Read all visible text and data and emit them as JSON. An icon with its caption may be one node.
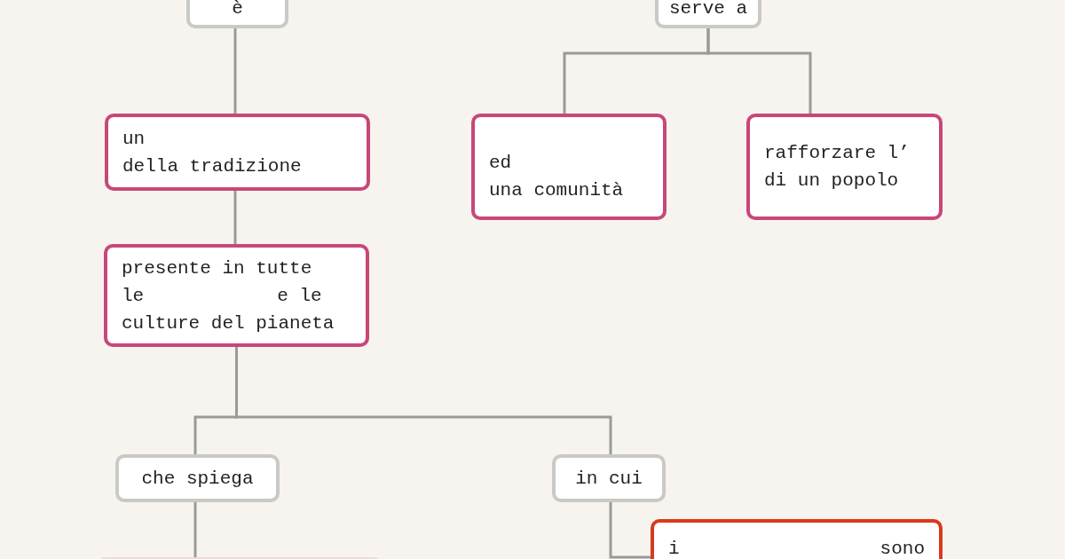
{
  "diagram": {
    "nodes": [
      {
        "text": [
          "è"
        ]
      },
      {
        "text": [
          "serve a"
        ]
      },
      {
        "text": [
          "un",
          "della tradizione"
        ]
      },
      {
        "text": [
          "ed",
          "una comunità"
        ]
      },
      {
        "text": [
          "rafforzare l’",
          "di un popolo"
        ]
      },
      {
        "text": [
          "presente in tutte le",
          "e le culture del pianeta"
        ]
      },
      {
        "text": [
          "che spiega"
        ]
      },
      {
        "text": [
          "in cui"
        ]
      },
      {
        "text": [],
        "shape": "box"
      },
      {
        "text": [
          "i",
          "sono"
        ]
      }
    ],
    "edges": [
      {
        "from": 0,
        "to": 2,
        "arrow": "none"
      },
      {
        "from": 1,
        "to": 3,
        "arrow": "none"
      },
      {
        "from": 1,
        "to": 4,
        "arrow": "none"
      },
      {
        "from": 2,
        "to": 5,
        "arrow": "none"
      },
      {
        "from": 5,
        "to": 6,
        "arrow": "none"
      },
      {
        "from": 5,
        "to": 7,
        "arrow": "none"
      },
      {
        "from": 6,
        "to": 8,
        "arrow": "none"
      },
      {
        "from": 7,
        "to": 9,
        "arrow": "none"
      }
    ]
  }
}
